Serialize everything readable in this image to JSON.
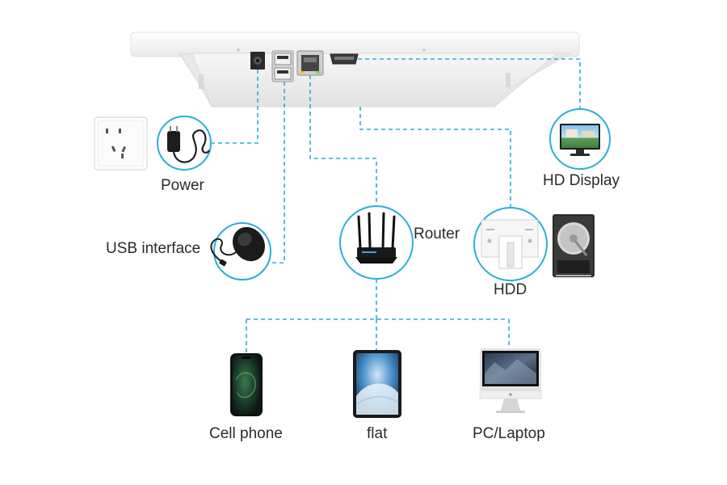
{
  "labels": {
    "power": "Power",
    "usb": "USB interface",
    "router": "Router",
    "hd_display": "HD Display",
    "hdd": "HDD",
    "cell_phone": "Cell phone",
    "flat": "flat",
    "pc_laptop": "PC/Laptop"
  },
  "colors": {
    "connector_line": "#2aaed6",
    "circle_outline": "#2aaed6",
    "device_body": "#f3f3f3",
    "label_text": "#2b2b2b"
  }
}
